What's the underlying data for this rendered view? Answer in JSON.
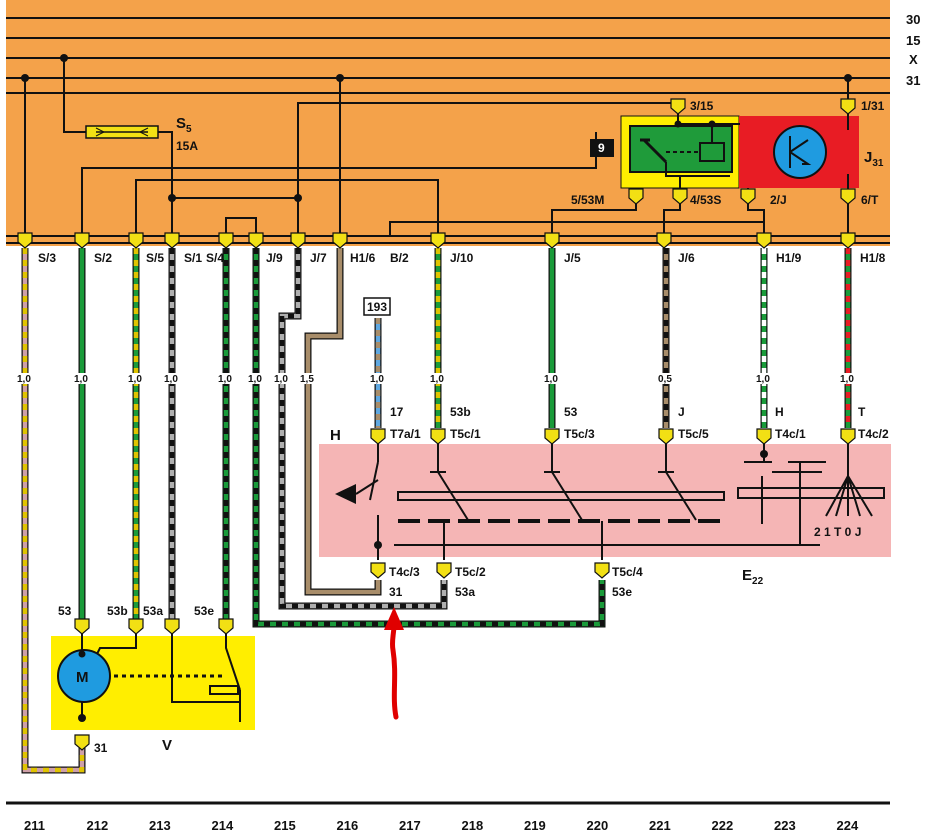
{
  "rails": [
    "30",
    "15",
    "X",
    "31"
  ],
  "fuse": {
    "name": "S",
    "sub": "5",
    "rating": "15A"
  },
  "top_connectors": [
    "S/3",
    "S/2",
    "S/5",
    "S/1",
    "S/4",
    "J/9",
    "J/7",
    "H1/6",
    "B/2",
    "J/10",
    "J/5",
    "J/6",
    "H1/9",
    "H1/8"
  ],
  "wire_gauges": [
    "1,0",
    "1,0",
    "1,0",
    "1,0",
    "1,0",
    "1,0",
    "1,0",
    "1,5",
    "1,0",
    "1,0",
    "1,0",
    "0,5",
    "1,0",
    "1,0"
  ],
  "relay": {
    "number": "9",
    "pins": [
      "3/15",
      "5/53M",
      "4/53S",
      "2/J",
      "1/31",
      "6/T"
    ],
    "name": "J",
    "sub": "31"
  },
  "ref_box": "193",
  "switch": {
    "name": "E",
    "sub": "22",
    "terminal_names": [
      "17",
      "53b",
      "53",
      "J",
      "H",
      "T"
    ],
    "terminals": [
      "T7a/1",
      "T5c/1",
      "T5c/3",
      "T5c/5",
      "T4c/1",
      "T4c/2"
    ],
    "bottom_terminals": [
      "T4c/3",
      "T5c/2",
      "T5c/4"
    ],
    "bottom_names": [
      "31",
      "53a",
      "53e"
    ],
    "section_label": "H",
    "positions": "2 1 T 0 J"
  },
  "motor": {
    "symbol": "M",
    "name": "V",
    "pins": [
      "53",
      "53b",
      "53a",
      "53e"
    ],
    "ground": "31"
  },
  "column_numbers": [
    "211",
    "212",
    "213",
    "214",
    "215",
    "216",
    "217",
    "218",
    "219",
    "220",
    "221",
    "222",
    "223",
    "224"
  ],
  "colors": {
    "panel": "#f4a24a",
    "switch_panel": "#f5b5b5",
    "relay_yellow": "#ffee00",
    "relay_green": "#1f9b3a",
    "relay_red": "#e81c24",
    "connector": "#f2e014",
    "wire_green": "#1a9b3a",
    "arrow": "#e00000"
  }
}
